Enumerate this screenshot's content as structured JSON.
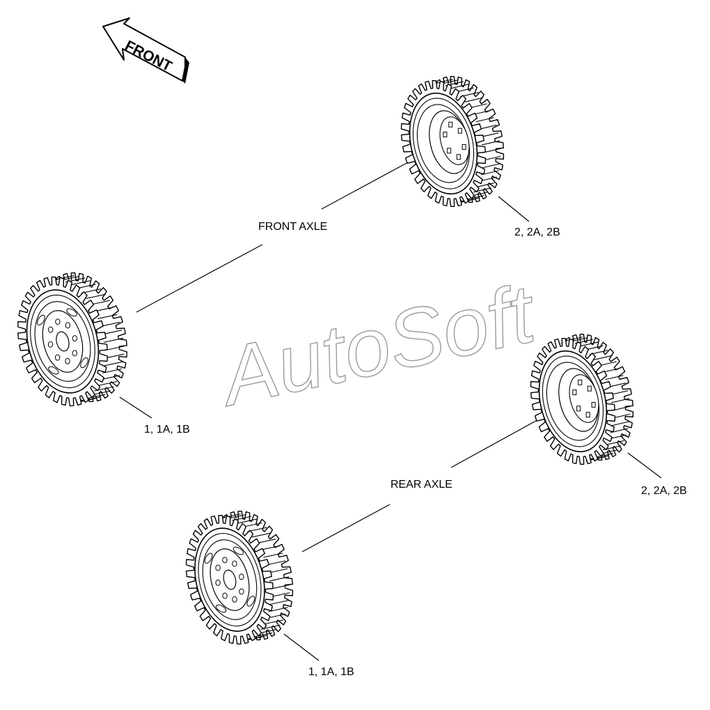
{
  "direction_arrow": {
    "label": "FRONT",
    "icon": "arrow-left-icon"
  },
  "axles": [
    {
      "label": "FRONT AXLE"
    },
    {
      "label": "REAR AXLE"
    }
  ],
  "wheels": [
    {
      "id": "front-right",
      "callout": "2, 2A, 2B",
      "style": "deep-rim"
    },
    {
      "id": "front-left",
      "callout": "1, 1A, 1B",
      "style": "lug-hub"
    },
    {
      "id": "rear-right",
      "callout": "2, 2A, 2B",
      "style": "deep-rim"
    },
    {
      "id": "rear-left",
      "callout": "1, 1A, 1B",
      "style": "lug-hub"
    }
  ],
  "watermark": "AutoSoft",
  "colors": {
    "line": "#000000",
    "watermark_outline": "#9a9a9a",
    "background": "#ffffff"
  }
}
